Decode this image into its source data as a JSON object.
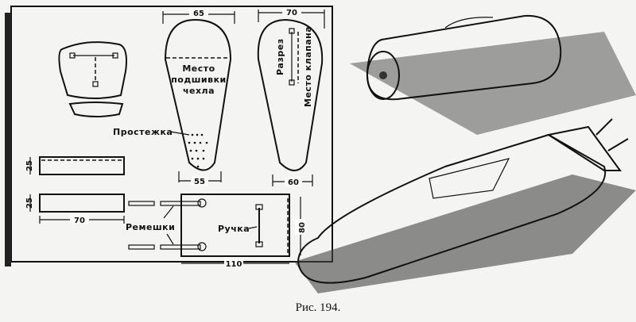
{
  "figure": {
    "caption": "Рис. 194.",
    "labels": {
      "cover_seam": [
        "Место",
        "подшивки",
        "чехла"
      ],
      "quilting": "Простежка",
      "slit": "Разрез",
      "flap_place": "Место клапана",
      "straps": "Ремешки",
      "handle": "Ручка"
    },
    "dimensions": {
      "insole_top": "65",
      "insole_bottom": "55",
      "outer_top": "70",
      "outer_bottom": "60",
      "strip1_height": "25",
      "strip2_height": "25",
      "strip_width": "70",
      "panel_height": "80",
      "panel_width": "110"
    }
  }
}
